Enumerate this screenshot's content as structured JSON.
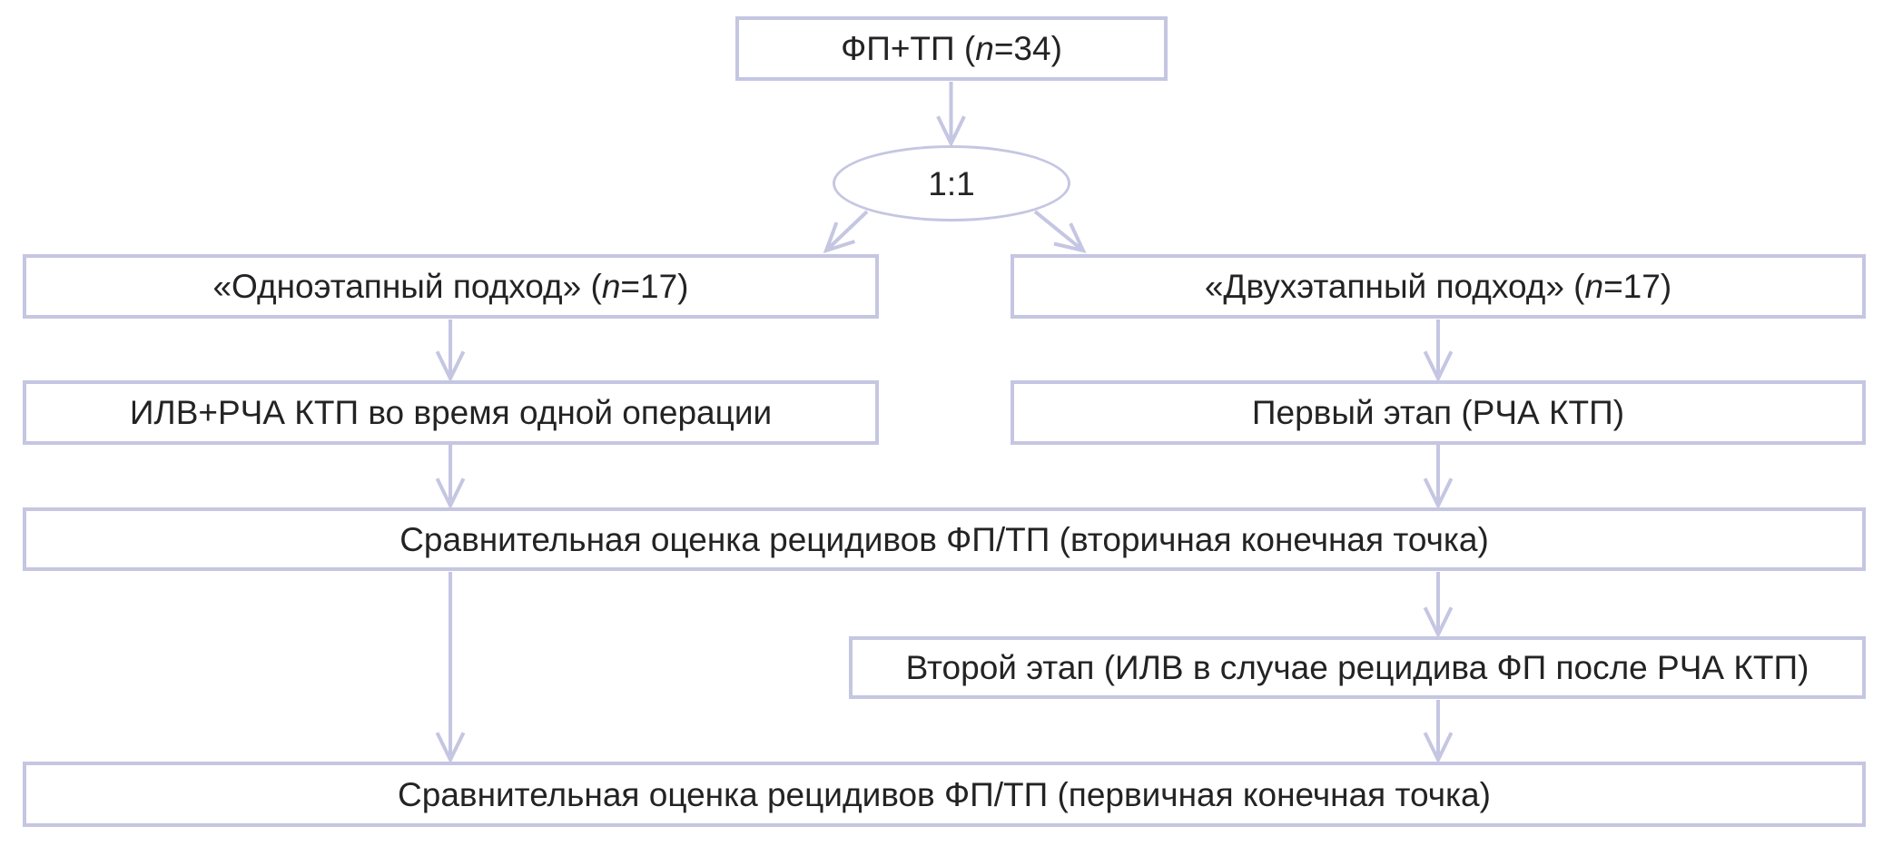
{
  "colors": {
    "line": "#c5c6e2",
    "text": "#232323",
    "background": "#ffffff"
  },
  "nodes": {
    "total": {
      "prefix": "ФП+ТП (",
      "n": "n",
      "suffix": "=34)"
    },
    "ratio": {
      "label": "1:1"
    },
    "one_stage": {
      "prefix": "«Одноэтапный подход» (",
      "n": "n",
      "suffix": "=17)"
    },
    "two_stage": {
      "prefix": "«Двухэтапный подход» (",
      "n": "n",
      "suffix": "=17)"
    },
    "ilv_rfa": {
      "label": "ИЛВ+РЧА КТП во время одной операции"
    },
    "first_stage": {
      "label": "Первый этап (РЧА КТП)"
    },
    "secondary_endpoint": {
      "label": "Сравнительная оценка рецидивов ФП/ТП (вторичная конечная точка)"
    },
    "second_stage": {
      "label": "Второй этап (ИЛВ в случае рецидива ФП после РЧА КТП)"
    },
    "primary_endpoint": {
      "label": "Сравнительная оценка рецидивов ФП/ТП (первичная конечная точка)"
    }
  }
}
